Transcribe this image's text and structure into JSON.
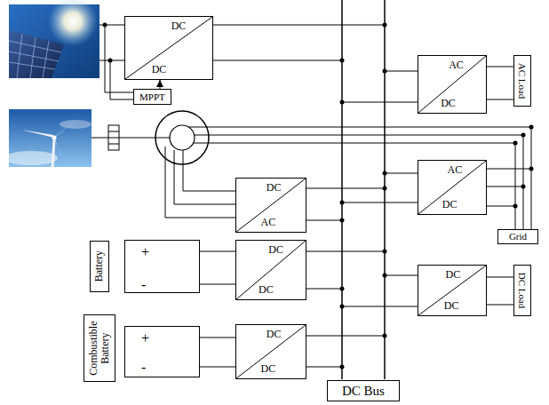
{
  "diagram": {
    "nodes": [
      {
        "text": [
          "DC",
          "DC"
        ]
      },
      {
        "text": [
          "MPPT"
        ]
      },
      {
        "text": [
          "AC",
          "DC"
        ]
      },
      {
        "text": [
          "AC Load"
        ]
      },
      {
        "text": [
          "DC",
          "AC"
        ]
      },
      {
        "text": [
          "AC",
          "DC"
        ]
      },
      {
        "text": [
          "Grid"
        ]
      },
      {
        "text": [
          "Battery"
        ]
      },
      {
        "text": [
          "+",
          "-"
        ]
      },
      {
        "text": [
          "DC",
          "DC"
        ]
      },
      {
        "text": [
          "DC",
          "DC"
        ]
      },
      {
        "text": [
          "DC Load"
        ]
      },
      {
        "text": [
          "Combustible Battery"
        ]
      },
      {
        "text": [
          "+",
          "-"
        ]
      },
      {
        "text": [
          "DC",
          "DC"
        ]
      },
      {
        "text": [
          "DC Bus"
        ]
      }
    ],
    "edges": [
      {
        "from": 1,
        "to": 0,
        "arrow": "to"
      },
      {
        "from": 2,
        "to": 3,
        "arrow": "none"
      },
      {
        "from": 2,
        "to": 3,
        "arrow": "none"
      },
      {
        "from": 5,
        "to": 6,
        "arrow": "none"
      },
      {
        "from": 5,
        "to": 6,
        "arrow": "none"
      },
      {
        "from": 5,
        "to": 6,
        "arrow": "none"
      },
      {
        "from": 8,
        "to": 9,
        "arrow": "none"
      },
      {
        "from": 8,
        "to": 9,
        "arrow": "none"
      },
      {
        "from": 10,
        "to": 11,
        "arrow": "none"
      },
      {
        "from": 10,
        "to": 11,
        "arrow": "none"
      },
      {
        "from": 13,
        "to": 14,
        "arrow": "none"
      },
      {
        "from": 13,
        "to": 14,
        "arrow": "none"
      }
    ]
  }
}
